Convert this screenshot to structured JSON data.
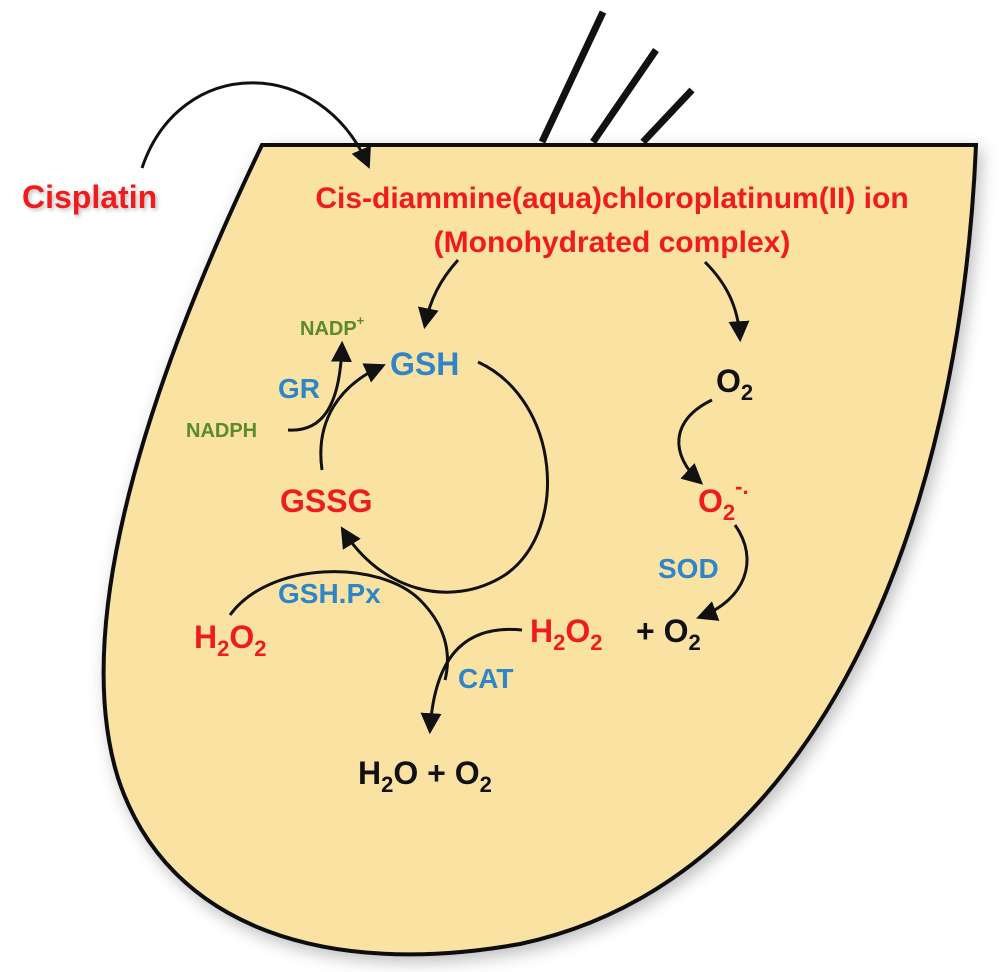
{
  "colors": {
    "red": "#ee1c1c",
    "blue": "#2e86c8",
    "green": "#5a8a2a",
    "black": "#111111",
    "cell_fill": "#fae2a2"
  },
  "labels": {
    "cisplatin": "Cisplatin",
    "complex_line1": "Cis-diammine(aqua)chloroplatinum(II) ion",
    "complex_line2": "(Monohydrated complex)",
    "gsh": "GSH",
    "gssg": "GSSG",
    "gr": "GR",
    "nadp_plus": {
      "base": "NADP",
      "sup": "+"
    },
    "nadph": "NADPH",
    "gsh_px": "GSH.Px",
    "cat": "CAT",
    "sod": "SOD",
    "h2o2_left": {
      "base": "H",
      "sub1": "2",
      "mid": "O",
      "sub2": "2"
    },
    "o2_top": {
      "base": "O",
      "sub": "2"
    },
    "superoxide": {
      "base": "O",
      "sub": "2",
      "sup": "-."
    },
    "h2o2_right": {
      "base": "H",
      "sub1": "2",
      "mid": "O",
      "sub2": "2"
    },
    "plus_o2_right": {
      "base": "+ O",
      "sub": "2"
    },
    "h2o_o2": {
      "base": "H",
      "sub1": "2",
      "mid": "O + O",
      "sub2": "2"
    }
  }
}
